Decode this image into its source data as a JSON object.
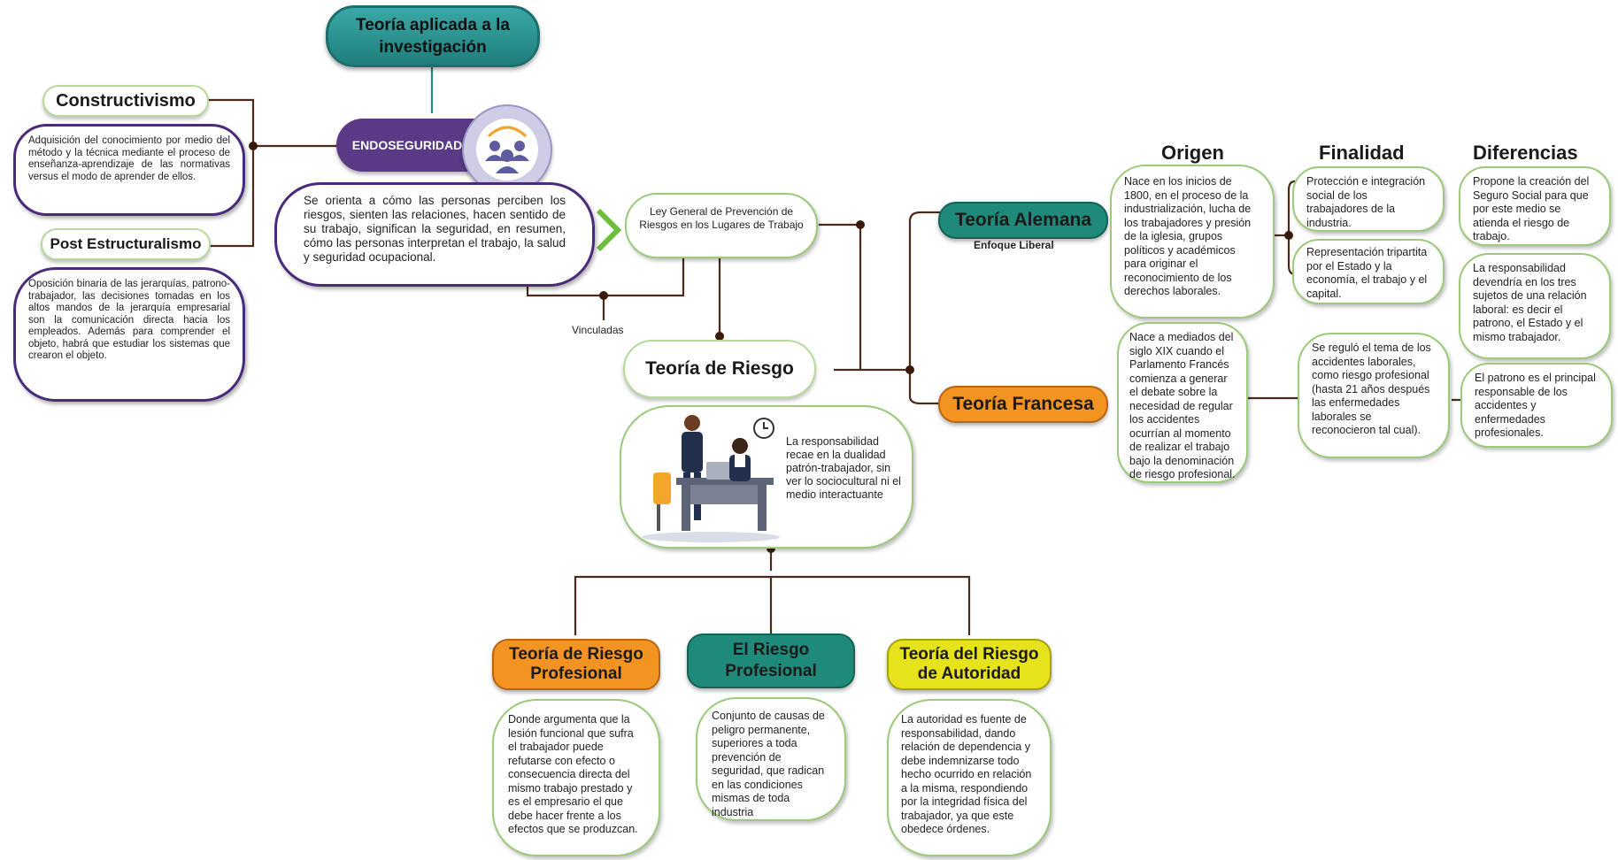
{
  "title": "Teoría aplicada a la investigación",
  "endoseguridad": {
    "label": "ENDOSEGURIDAD",
    "description": "Se orienta a cómo las personas perciben los riesgos, sienten las relaciones, hacen sentido de su trabajo, significan la seguridad, en resumen, cómo las personas interpretan el trabajo, la salud y seguridad ocupacional.",
    "icon": "people-group-icon"
  },
  "constructivismo": {
    "title": "Constructivismo",
    "text": "Adquisición del conocimiento por medio del método y la técnica mediante el proceso de enseñanza-aprendizaje de las normativas versus el modo de aprender de ellos."
  },
  "post_estructuralismo": {
    "title": "Post Estructuralismo",
    "text": "Oposición binaria de las jerarquías, patrono-trabajador, las decisiones tomadas en los altos mandos de la jerarquía empresarial son la comunicación directa hacia los empleados. Además para comprender el objeto, habrá que estudiar los sistemas que crearon el objeto."
  },
  "ley": {
    "text": "Ley General de Prevención de Riesgos en los Lugares de Trabajo",
    "vinculadas": "Vinculadas"
  },
  "teoria_riesgo": {
    "title": "Teoría de Riesgo",
    "text": "La responsabilidad recae en la dualidad patrón-trabajador, sin ver lo sociocultural ni el medio interactuante",
    "illustration": "office-workers-illustration"
  },
  "teorias": [
    {
      "title": "Teoría de Riesgo Profesional",
      "text": "Donde argumenta que la lesión funcional que sufra el trabajador puede refutarse con efecto o consecuencia directa del mismo trabajo prestado y es el empresario el que debe hacer frente a los efectos que se produzcan.",
      "color": "#f39322"
    },
    {
      "title": "El Riesgo Profesional",
      "text": "Conjunto de causas de peligro permanente, superiores a toda prevención de seguridad, que radican en las condiciones mismas de toda industria",
      "color": "#1f8a79"
    },
    {
      "title": "Teoría del Riesgo de Autoridad",
      "text": "La autoridad es fuente de responsabilidad, dando relación de dependencia y debe indemnizarse todo hecho ocurrido en relación a la misma, respondiendo por la integridad física del trabajador, ya que este obedece órdenes.",
      "color": "#e6e21c"
    }
  ],
  "columns": {
    "origen": "Origen",
    "finalidad": "Finalidad",
    "diferencias": "Diferencias"
  },
  "alemana": {
    "title": "Teoría Alemana",
    "subtitle": "Enfoque Liberal",
    "origen": "Nace en los inicios de 1800, en el proceso de la industrialización, lucha de los trabajadores y presión de la iglesia, grupos políticos y académicos para originar el reconocimiento de los derechos laborales.",
    "finalidad": [
      "Protección e integración social de los trabajadores de la industria.",
      "Representación tripartita por el Estado y la economía, el trabajo y el capital."
    ],
    "diferencias": [
      "Propone la creación del Seguro Social para que por este medio se atienda el riesgo de trabajo.",
      "La responsabilidad devendría en los tres sujetos de una relación laboral: es decir el patrono, el Estado y el mismo trabajador."
    ]
  },
  "francesa": {
    "title": "Teoría Francesa",
    "origen": "Nace a mediados del siglo XIX cuando el Parlamento Francés comienza a generar el debate sobre la necesidad de regular los accidentes ocurrían al momento de realizar el trabajo bajo la denominación de riesgo profesional.",
    "finalidad": "Se reguló el tema de los accidentes laborales, como riesgo profesional (hasta 21 años después las enfermedades laborales se reconocieron tal cual).",
    "diferencias": "El patrono es el principal responsable de los accidentes y enfermedades profesionales."
  }
}
